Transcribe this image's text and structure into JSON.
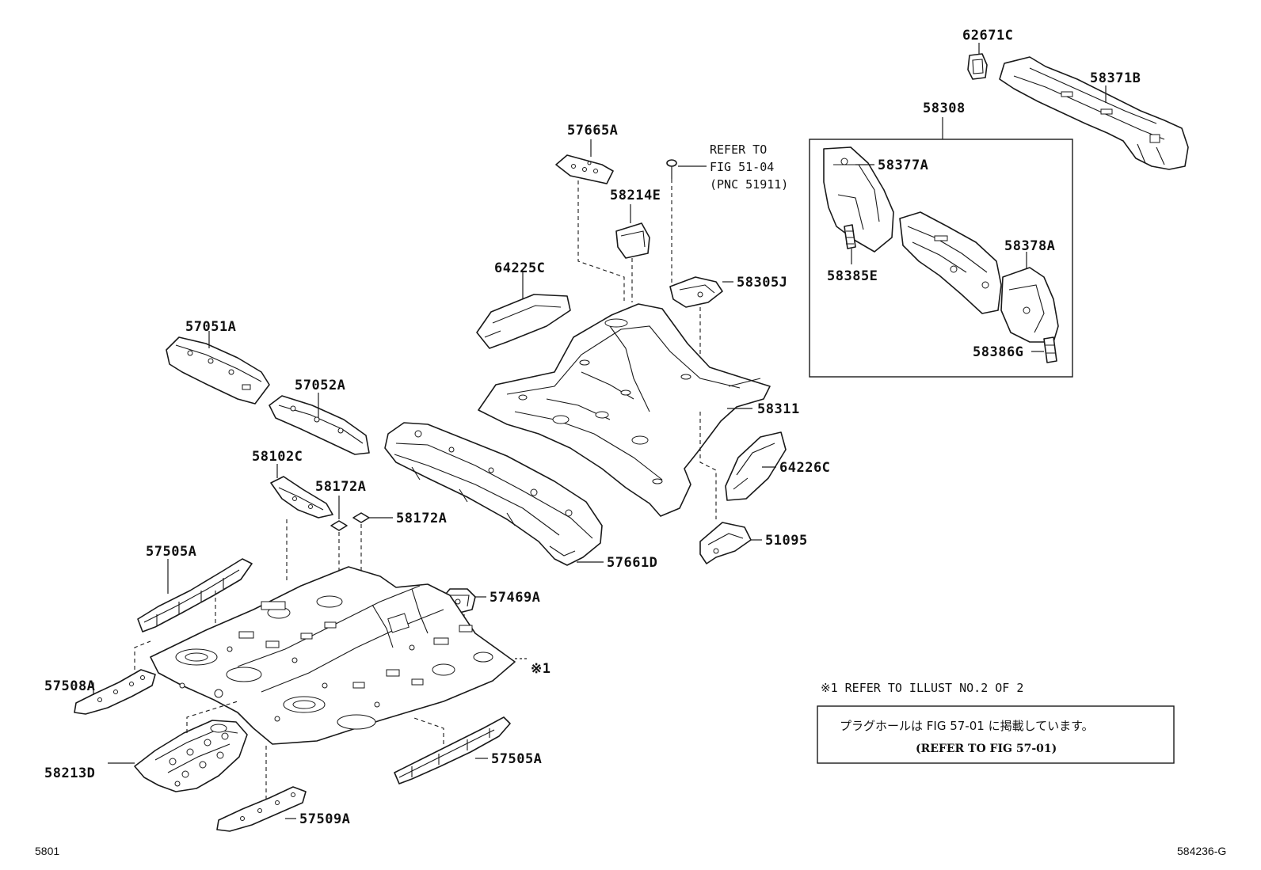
{
  "labels": {
    "p62671C": "62671C",
    "p58371B": "58371B",
    "p58308": "58308",
    "p58377A": "58377A",
    "p58385E": "58385E",
    "p58378A": "58378A",
    "p58386G": "58386G",
    "p57665A": "57665A",
    "p58214E": "58214E",
    "p58305J": "58305J",
    "p64225C": "64225C",
    "p57051A": "57051A",
    "p57052A": "57052A",
    "p58311": "58311",
    "p64226C": "64226C",
    "p58102C": "58102C",
    "p58172A_1": "58172A",
    "p58172A_2": "58172A",
    "p51095": "51095",
    "p57661D": "57661D",
    "p57505A_1": "57505A",
    "p57469A": "57469A",
    "p57508A": "57508A",
    "p58213D": "58213D",
    "p57505A_2": "57505A",
    "p57509A": "57509A",
    "note_x1": "※1"
  },
  "refer": {
    "line1": "REFER TO",
    "line2": "FIG 51-04",
    "line3": "(PNC 51911)"
  },
  "notes": {
    "illust": "※1  REFER TO ILLUST NO.2 OF 2",
    "jp": "プラグホールは FIG 57-01 に掲載しています。",
    "en": "(REFER TO FIG 57-01)"
  },
  "footer": {
    "left": "5801",
    "right": "584236-G"
  }
}
